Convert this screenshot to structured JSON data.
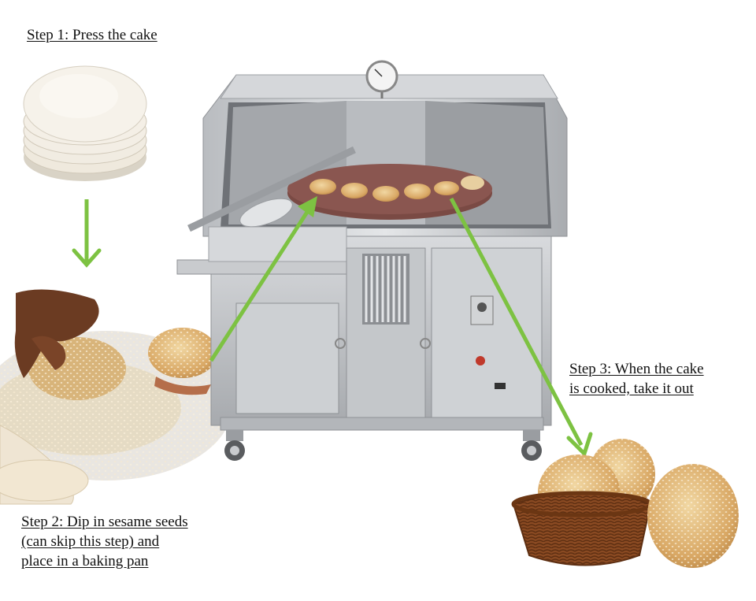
{
  "steps": {
    "step1": {
      "text": "Step 1: Press the cake"
    },
    "step2": {
      "lines": [
        "Step 2: Dip in sesame seeds",
        "(can skip this step) and",
        "place in a baking pan"
      ]
    },
    "step3": {
      "lines": [
        "Step 3: When the cake",
        "is cooked, take it out"
      ]
    }
  },
  "colors": {
    "arrow": "#7dc242",
    "steel": "#c8cacd",
    "steel_dark": "#8f9296",
    "bake_plate": "#7a4a44",
    "dough": "#f1ece2",
    "bun": "#d9a865",
    "basket": "#8a4a22"
  }
}
